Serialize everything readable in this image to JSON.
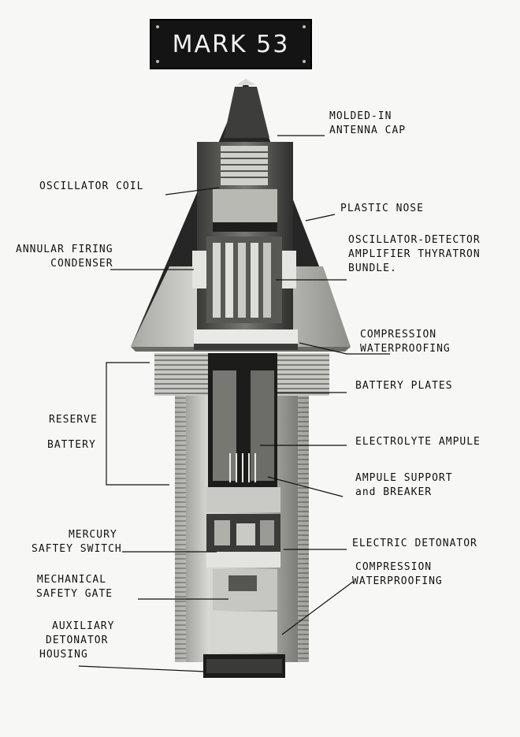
{
  "title": "MARK 53",
  "labels": {
    "molded_antenna_cap": [
      "MOLDED-IN",
      "ANTENNA CAP"
    ],
    "oscillator_coil": "OSCILLATOR COIL",
    "plastic_nose": "PLASTIC NOSE",
    "annular_firing_condenser": [
      "ANNULAR FIRING",
      "CONDENSER"
    ],
    "oscillator_detector": [
      "OSCILLATOR-DETECTOR",
      "AMPLIFIER THYRATRON",
      "BUNDLE."
    ],
    "compression_waterproofing_top": [
      "COMPRESSION",
      "WATERPROOFING"
    ],
    "battery_plates": "BATTERY PLATES",
    "reserve_battery": [
      "RESERVE",
      "BATTERY"
    ],
    "electrolyte_ampule": "ELECTROLYTE AMPULE",
    "ampule_support": [
      "AMPULE SUPPORT",
      "and BREAKER"
    ],
    "mercury_switch": [
      "MERCURY",
      "SAFTEY SWITCH"
    ],
    "electric_detonator": "ELECTRIC DETONATOR",
    "mechanical_gate": [
      "MECHANICAL",
      "SAFETY GATE"
    ],
    "compression_waterproofing_bottom": [
      "COMPRESSION",
      "WATERPROOFING"
    ],
    "auxiliary_detonator": [
      "AUXILIARY",
      "DETONATOR",
      "HOUSING"
    ]
  },
  "colors": {
    "background": "#f7f7f5",
    "plate": "#141414",
    "nose_dark": "#262626",
    "metal_light": "#cfcfcb",
    "metal_mid": "#9d9d98",
    "metal_dark": "#555555"
  }
}
